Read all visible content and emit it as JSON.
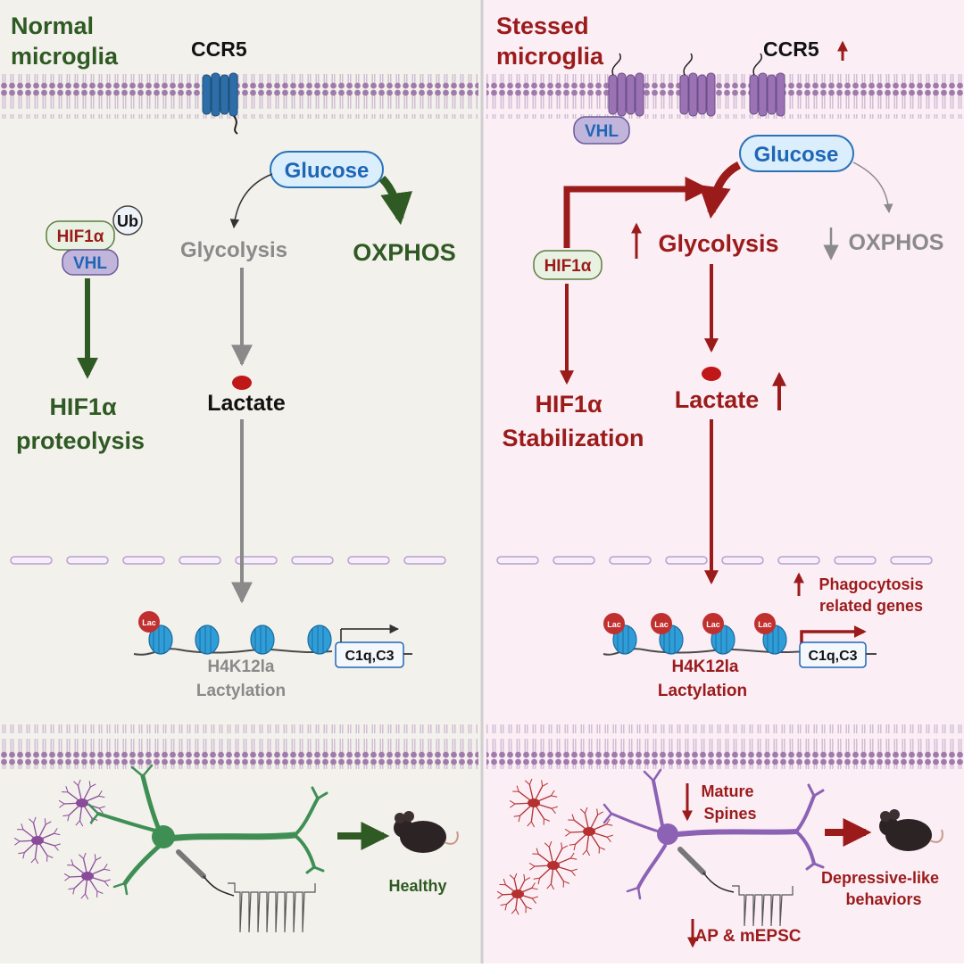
{
  "colors": {
    "left_bg": "#f3f1ec",
    "right_bg": "#fbeef5",
    "divider": "#cfcfcf",
    "membrane": "#b9a0c0",
    "membrane_head": "#a07aab",
    "green": "#2f5a23",
    "dark_red": "#9b1b1b",
    "gray": "#8a8a8a",
    "blue": "#1f66b5",
    "glucose_fill": "#dbeefc",
    "hif_fill": "#e9f2e2",
    "vhl_fill": "#c2b5dc",
    "nucleosome": "#2f9ed8",
    "lac_red": "#c0302f",
    "ccr5_blue": "#2d6ea8",
    "ccr5_purple": "#9b73b4",
    "neuron_green": "#3f8f55",
    "neuron_purple": "#8b62b4",
    "microglia_purple": "#8a4b9a",
    "microglia_red": "#b53030"
  },
  "left": {
    "title_line1": "Normal",
    "title_line2": "microglia",
    "ccr5": "CCR5",
    "glucose": "Glucose",
    "glycolysis": "Glycolysis",
    "oxphos": "OXPHOS",
    "hif1a": "HIF1α",
    "ub": "Ub",
    "vhl": "VHL",
    "hif_result_line1": "HIF1α",
    "hif_result_line2": "proteolysis",
    "lactate": "Lactate",
    "gene": "C1q,C3",
    "lac": "Lac",
    "h4k12la": "H4K12la",
    "lactylation": "Lactylation",
    "healthy": "Healthy"
  },
  "right": {
    "title_line1": "Stessed",
    "title_line2": "microglia",
    "ccr5": "CCR5",
    "vhl": "VHL",
    "glucose": "Glucose",
    "glycolysis": "Glycolysis",
    "oxphos": "OXPHOS",
    "hif1a": "HIF1α",
    "hif_result_line1": "HIF1α",
    "hif_result_line2": "Stabilization",
    "lactate": "Lactate",
    "phago_line1": "Phagocytosis",
    "phago_line2": "related genes",
    "gene": "C1q,C3",
    "lac": "Lac",
    "h4k12la": "H4K12la",
    "lactylation": "Lactylation",
    "mature_line1": "Mature",
    "mature_line2": "Spines",
    "ap": "AP & mEPSC",
    "depressive_line1": "Depressive-like",
    "depressive_line2": "behaviors"
  }
}
